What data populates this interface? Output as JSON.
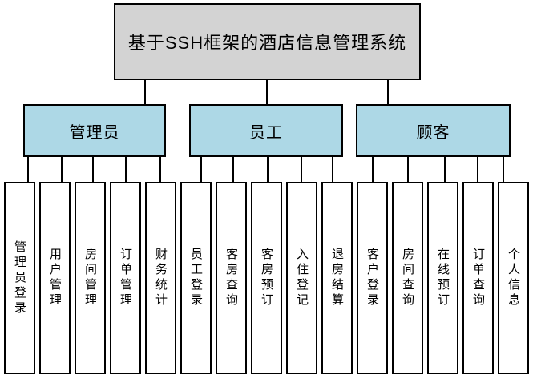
{
  "diagram": {
    "root_label": "基于SSH框架的酒店信息管理系统",
    "groups": [
      {
        "label": "管理员",
        "children": [
          "管理员登录",
          "用户管理",
          "房间管理",
          "订单管理",
          "财务统计"
        ]
      },
      {
        "label": "员工",
        "children": [
          "员工登录",
          "客房查询",
          "客房预订",
          "入住登记",
          "退房结算"
        ]
      },
      {
        "label": "顾客",
        "children": [
          "客户登录",
          "房间查询",
          "在线预订",
          "订单查询",
          "个人信息"
        ]
      }
    ],
    "colors": {
      "root_fill": "#d3d3d3",
      "group_fill": "#add8e6",
      "leaf_fill": "#ffffff",
      "border": "#000000",
      "background": "#ffffff"
    }
  }
}
